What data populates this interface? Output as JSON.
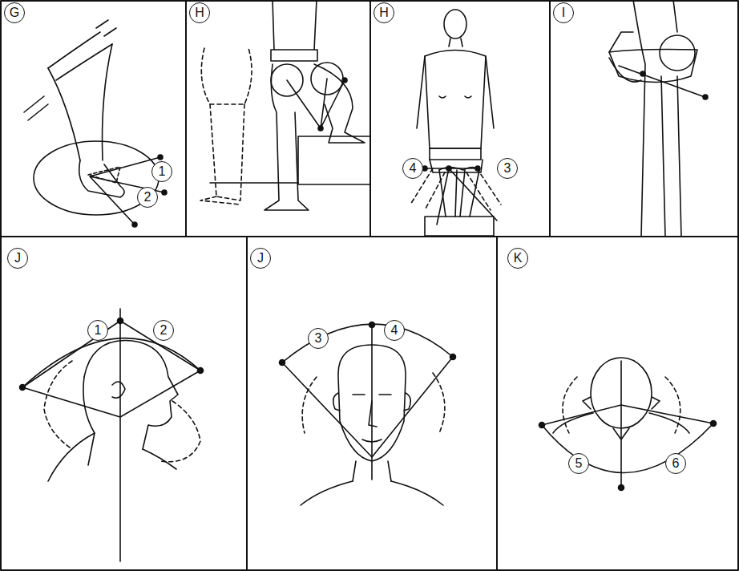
{
  "diagram": {
    "labels": [
      "G",
      "1",
      "2",
      "H",
      "H",
      "4",
      "3",
      "I",
      "J",
      "1",
      "2",
      "J",
      "3",
      "4",
      "K",
      "5",
      "6"
    ]
  }
}
